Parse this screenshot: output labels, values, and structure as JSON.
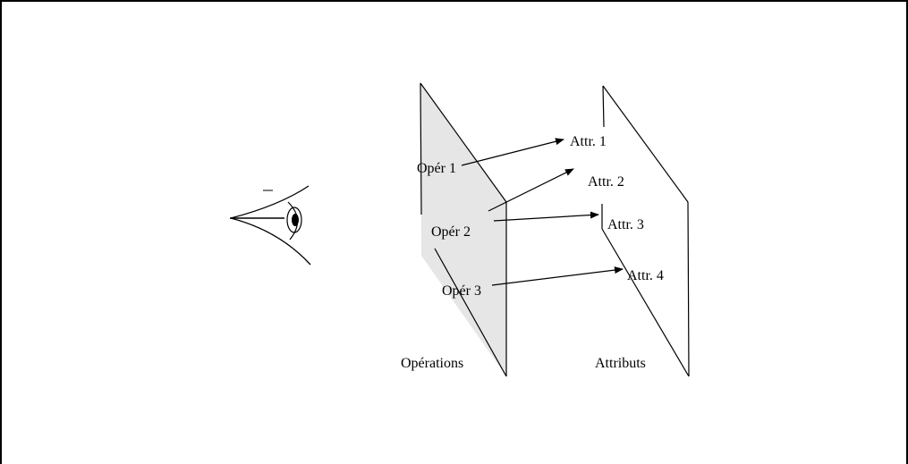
{
  "colors": {
    "stroke": "#000000",
    "operations_panel_fill": "#e6e6e6",
    "background": "#ffffff"
  },
  "icons": {
    "viewer": "eye-icon"
  },
  "panels": {
    "operations": {
      "title": "Opérations",
      "items": [
        "Opér 1",
        "Opér 2",
        "Opér 3"
      ]
    },
    "attributes": {
      "title": "Attributs",
      "items": [
        "Attr. 1",
        "Attr. 2",
        "Attr. 3",
        "Attr. 4"
      ]
    }
  }
}
